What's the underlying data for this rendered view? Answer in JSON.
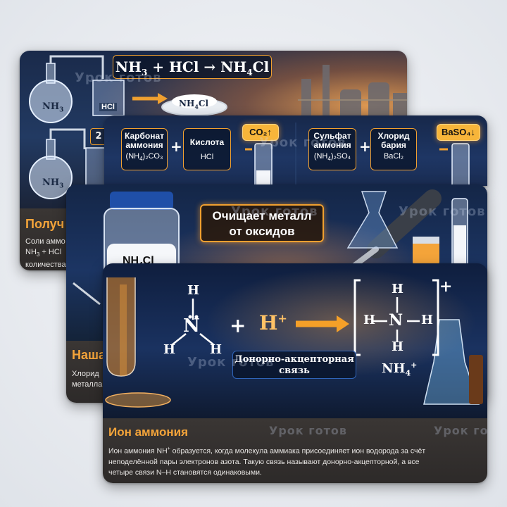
{
  "watermark": "Урок готов",
  "card1": {
    "formula_left": "NH",
    "formula_mid": " + HCl → NH",
    "formula_right": "Cl",
    "flask_label": "NH",
    "beaker_label": "HCl",
    "product_label": "NH",
    "product_suffix": "Cl",
    "flask2_label": "NH",
    "step_number": "2",
    "title": "Получ",
    "body_line1": "Соли аммо",
    "body_line2": "NH",
    "body_line2_rest": " + HCl",
    "body_line3": "количества"
  },
  "card2": {
    "box1_line1": "Карбонат",
    "box1_line2": "аммония",
    "box1_formula": "(NH",
    "box1_formula_rest": ")₂CO₃",
    "box2_line1": "Кислота",
    "box2_formula": "HCl",
    "result1": "CO₂↑",
    "box3_line1": "Сульфат",
    "box3_line2": "аммония",
    "box3_formula": "(NH",
    "box3_formula_rest": ")₂SO₄",
    "box4_line1": "Хлорид",
    "box4_line2": "бария",
    "box4_formula": "BaCl₂",
    "result2": "BaSO₄↓",
    "plus": "+"
  },
  "card3": {
    "banner_line1": "Очищает металл",
    "banner_line2": "от оксидов",
    "jar_label": "NH",
    "jar_label_rest": "Cl",
    "title": "Наша",
    "body_line1": "Хлорид",
    "body_line2": "металла"
  },
  "card4": {
    "atom_h": "H",
    "atom_n": "N",
    "plus": "+",
    "proton": "H",
    "proton_sup": "+",
    "bracket_charge": "+",
    "bond_label_line1": "Донорно-акцепторная",
    "bond_label_line2": "связь",
    "ion_label": "NH",
    "ion_sub": "4",
    "ion_sup": "+",
    "title": "Ион аммония",
    "body_pre": "Ион аммония NH",
    "body_post": " образуется, когда молекула аммиака присоединяет ион водорода за счёт",
    "body_line2": "неподелённой пары электронов азота. Такую связь называют донорно-акцепторной, а все",
    "body_line3": "четыре связи N–H становятся одинаковыми."
  },
  "colors": {
    "accent": "#f0a030",
    "panel": "#2f2b2a",
    "title": "#f4a43a"
  }
}
